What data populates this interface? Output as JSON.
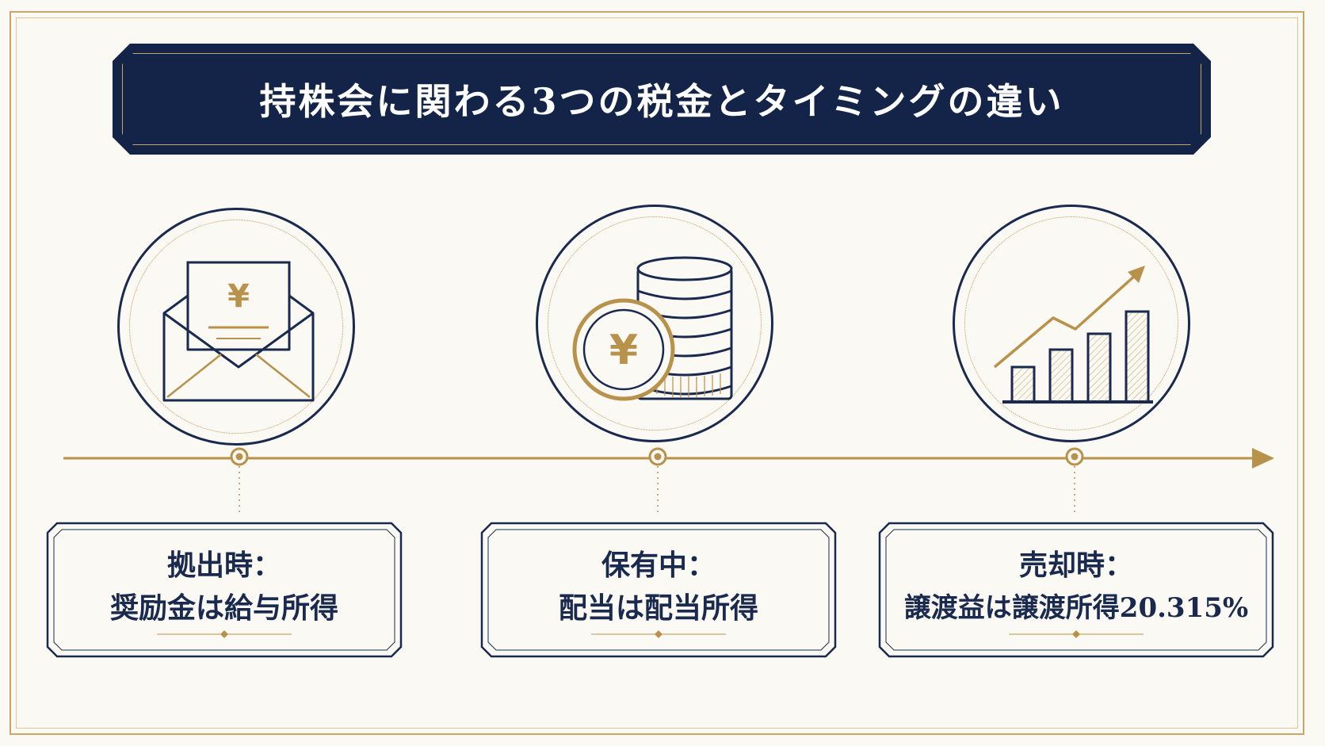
{
  "title": "持株会に関わる3つの税金とタイミングの違い",
  "colors": {
    "navy": "#132448",
    "gold": "#b8914a",
    "background": "#fbf9f3"
  },
  "stages": [
    {
      "icon": "envelope-yen-icon",
      "heading": "拠出時：",
      "detail": "奨励金は給与所得"
    },
    {
      "icon": "coin-stack-yen-icon",
      "heading": "保有中：",
      "detail": "配当は配当所得"
    },
    {
      "icon": "bar-chart-rising-icon",
      "heading": "売却時：",
      "detail": "譲渡益は譲渡所得20.315%"
    }
  ]
}
